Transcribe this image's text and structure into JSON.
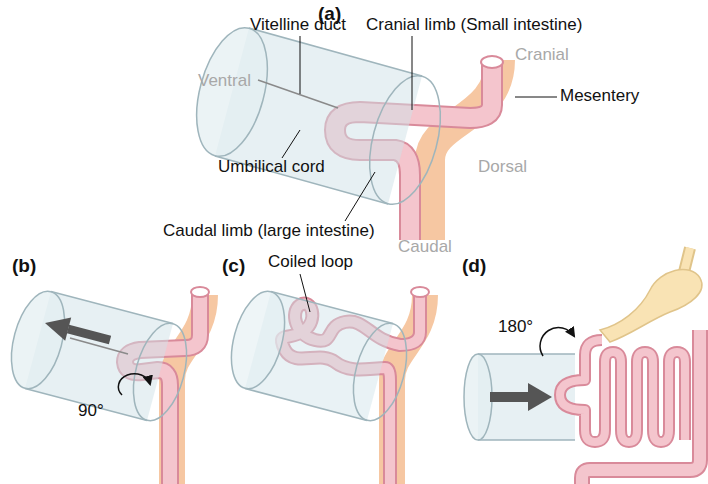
{
  "diagram": {
    "labels": [
      "(a)",
      "Vitelline duct",
      "Cranial limb (Small intestine)",
      "Ventral",
      "Cranial",
      "Mesentery",
      "Umbilical cord",
      "Dorsal",
      "Caudal limb (large intestine)",
      "Caudal",
      "(b)",
      "(c)",
      "Coiled loop",
      "(d)",
      "90°",
      "180°"
    ]
  }
}
